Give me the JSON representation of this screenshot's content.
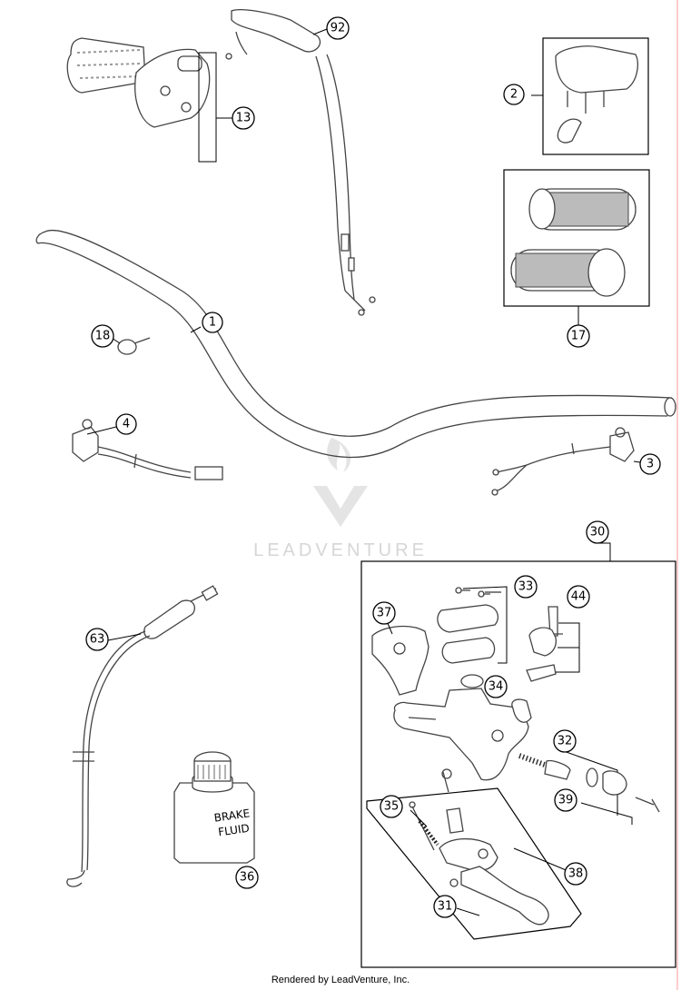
{
  "diagram": {
    "callouts": [
      {
        "id": "c1",
        "label": "1"
      },
      {
        "id": "c2",
        "label": "2"
      },
      {
        "id": "c3",
        "label": "3"
      },
      {
        "id": "c4",
        "label": "4"
      },
      {
        "id": "c13",
        "label": "13"
      },
      {
        "id": "c17",
        "label": "17"
      },
      {
        "id": "c18",
        "label": "18"
      },
      {
        "id": "c30",
        "label": "30"
      },
      {
        "id": "c31",
        "label": "31"
      },
      {
        "id": "c32",
        "label": "32"
      },
      {
        "id": "c33",
        "label": "33"
      },
      {
        "id": "c34",
        "label": "34"
      },
      {
        "id": "c35",
        "label": "35"
      },
      {
        "id": "c36",
        "label": "36"
      },
      {
        "id": "c37",
        "label": "37"
      },
      {
        "id": "c38",
        "label": "38"
      },
      {
        "id": "c39",
        "label": "39"
      },
      {
        "id": "c44",
        "label": "44"
      },
      {
        "id": "c63",
        "label": "63"
      },
      {
        "id": "c92",
        "label": "92"
      }
    ],
    "brake_fluid_label_line1": "BRAKE",
    "brake_fluid_label_line2": "FLUID",
    "watermark": "LEADVENTURE",
    "footer": "Rendered by LeadVenture, Inc."
  }
}
